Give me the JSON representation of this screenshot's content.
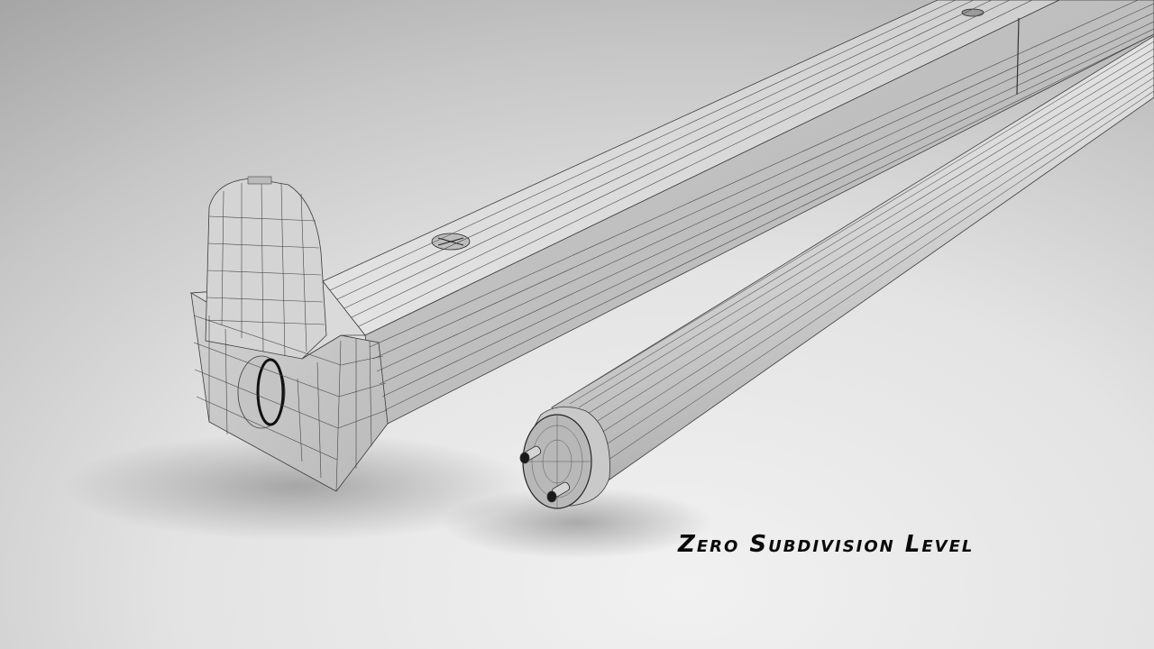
{
  "render": {
    "caption": "Zero Subdivision Level"
  },
  "objects": [
    {
      "icon": "fluorescent-fixture-batten",
      "surface_color": "#d6d6d6",
      "wire_color": "#3a3a3a"
    },
    {
      "icon": "fluorescent-tube",
      "surface_color": "#d9d9d9",
      "wire_color": "#3a3a3a"
    }
  ],
  "colors": {
    "background_light": "#f1f1f1",
    "background_dark": "#8f8f8f",
    "caption": "#0a0a0a"
  }
}
